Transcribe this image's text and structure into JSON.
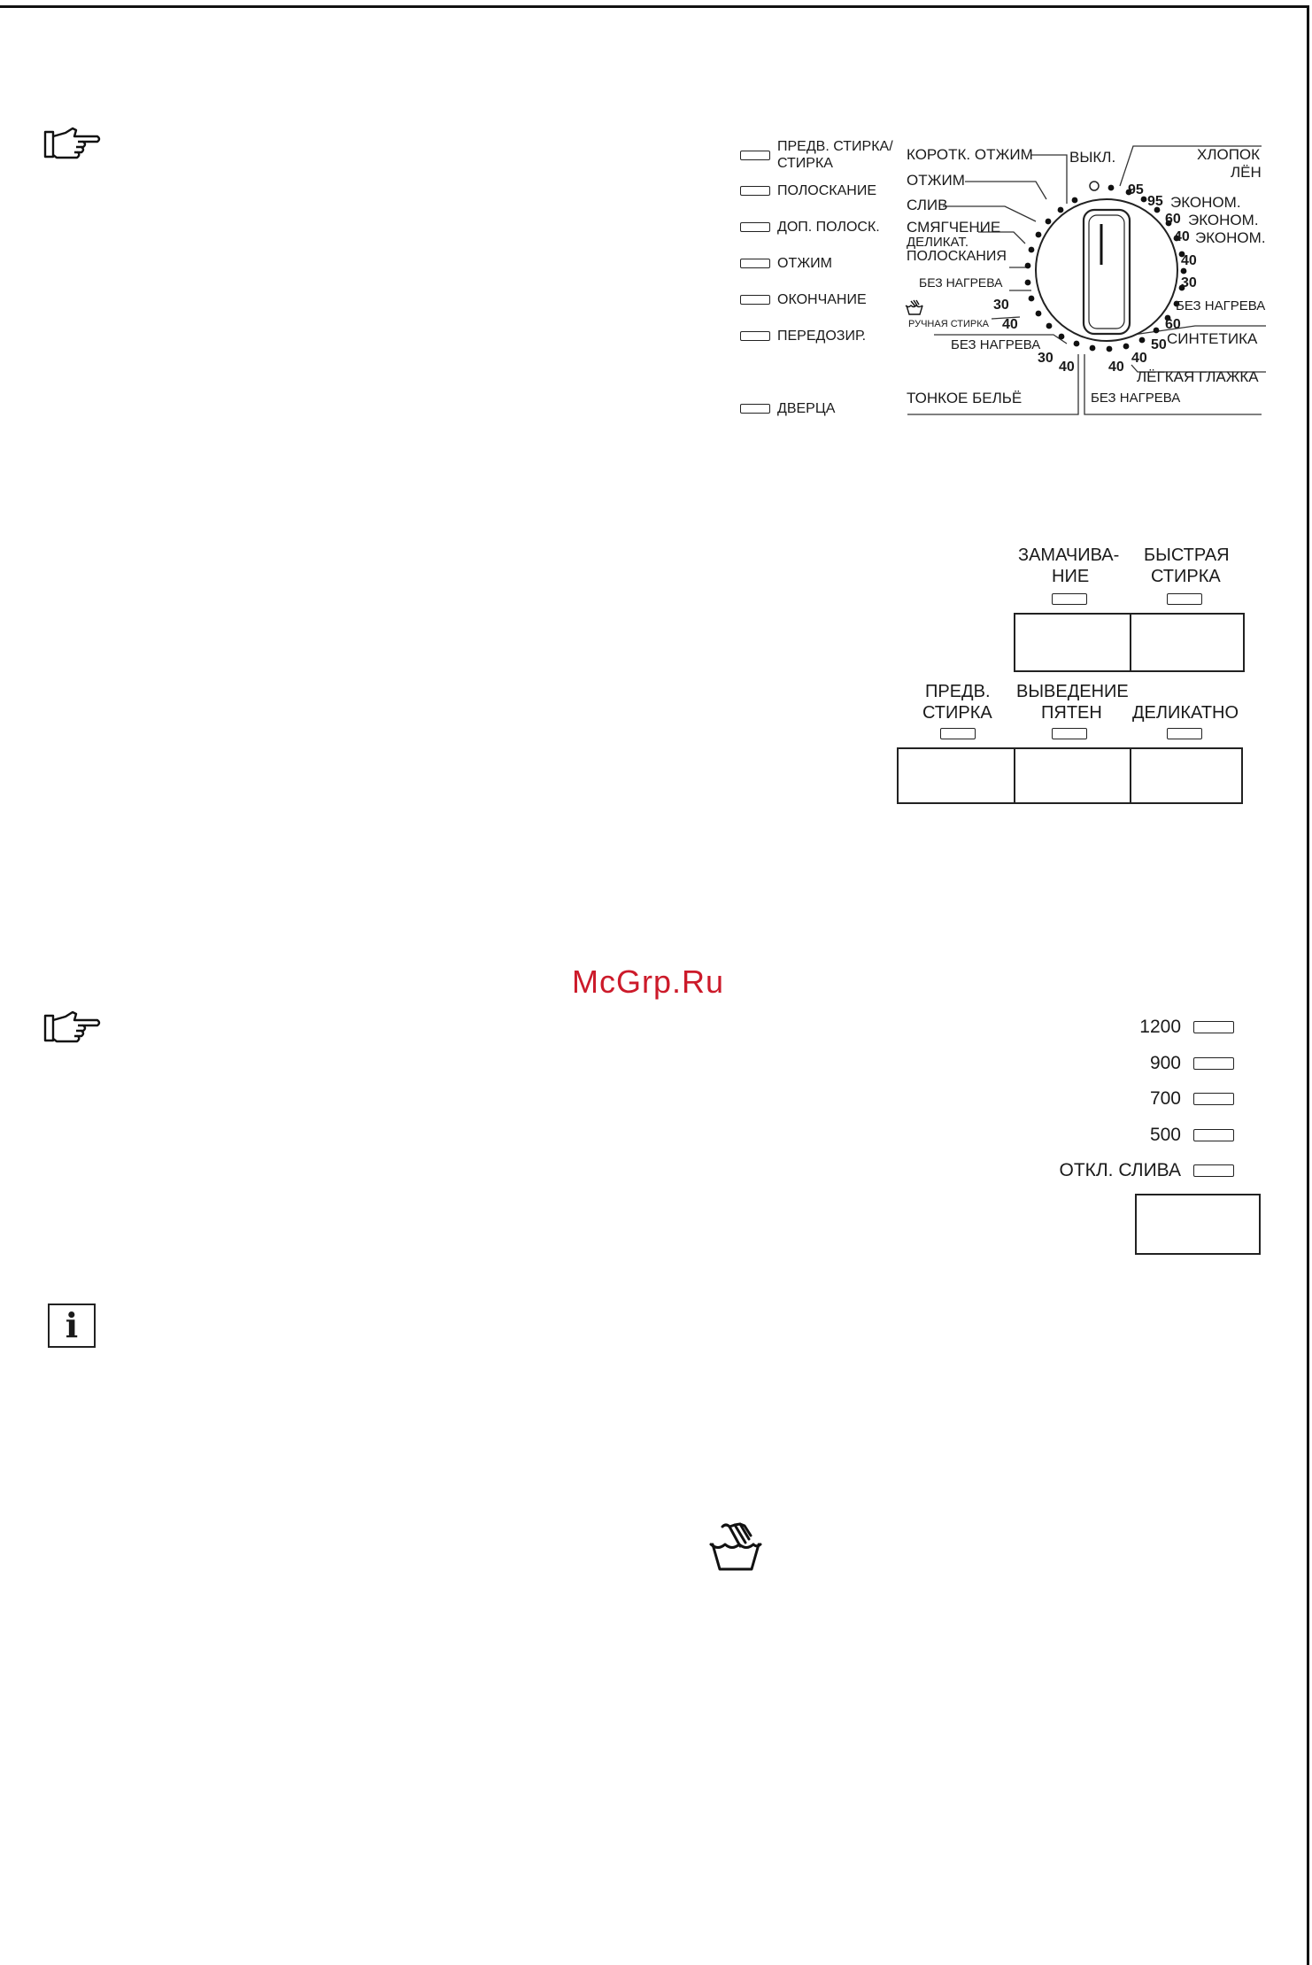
{
  "indicators": [
    {
      "label_line1": "ПРЕДВ. СТИРКА/",
      "label_line2": "СТИРКА"
    },
    {
      "label_line1": "ПОЛОСКАНИЕ"
    },
    {
      "label_line1": "ДОП. ПОЛОСК."
    },
    {
      "label_line1": "ОТЖИМ"
    },
    {
      "label_line1": "ОКОНЧАНИЕ"
    },
    {
      "label_line1": "ПЕРЕДОЗИР."
    },
    {
      "label_line1": "ДВЕРЦА"
    }
  ],
  "dial": {
    "off_label": "ВЫКЛ.",
    "left_programs": [
      "КОРОТК. ОТЖИМ",
      "ОТЖИМ",
      "СЛИВ",
      "СМЯГЧЕНИЕ",
      "ДЕЛИКАТ.",
      "ПОЛОСКАНИЯ",
      "БЕЗ НАГРЕВА",
      "РУЧНАЯ СТИРКА",
      "БЕЗ НАГРЕВА",
      "ТОНКОЕ БЕЛЬЁ"
    ],
    "right_programs": [
      "ХЛОПОК",
      "ЛЁН",
      "ЭКОНОМ.",
      "ЭКОНОМ.",
      "ЭКОНОМ.",
      "БЕЗ НАГРЕВА",
      "СИНТЕТИКА",
      "ЛЁГКАЯ ГЛАЖКА",
      "БЕЗ НАГРЕВА"
    ],
    "temps_right": [
      "95",
      "95",
      "60",
      "40",
      "40",
      "30",
      "60",
      "50",
      "40",
      "40"
    ],
    "temps_left": [
      "30",
      "40",
      "30",
      "40"
    ],
    "icon": "hand-wash-icon"
  },
  "option_buttons": {
    "row1": [
      {
        "line1": "ЗАМАЧИВА-",
        "line2": "НИЕ"
      },
      {
        "line1": "БЫСТРАЯ",
        "line2": "СТИРКА"
      }
    ],
    "row2": [
      {
        "line1": "ПРЕДВ.",
        "line2": "СТИРКА"
      },
      {
        "line1": "ВЫВЕДЕНИЕ",
        "line2": "ПЯТЕН"
      },
      {
        "line1": "ДЕЛИКАТНО",
        "line2": ""
      }
    ]
  },
  "spin": {
    "options": [
      "1200",
      "900",
      "700",
      "500",
      "ОТКЛ. СЛИВА"
    ]
  },
  "watermark": "McGrp.Ru",
  "info_icon_text": "i",
  "colors": {
    "watermark": "#cc1a2a",
    "ink": "#1a1a1a"
  }
}
